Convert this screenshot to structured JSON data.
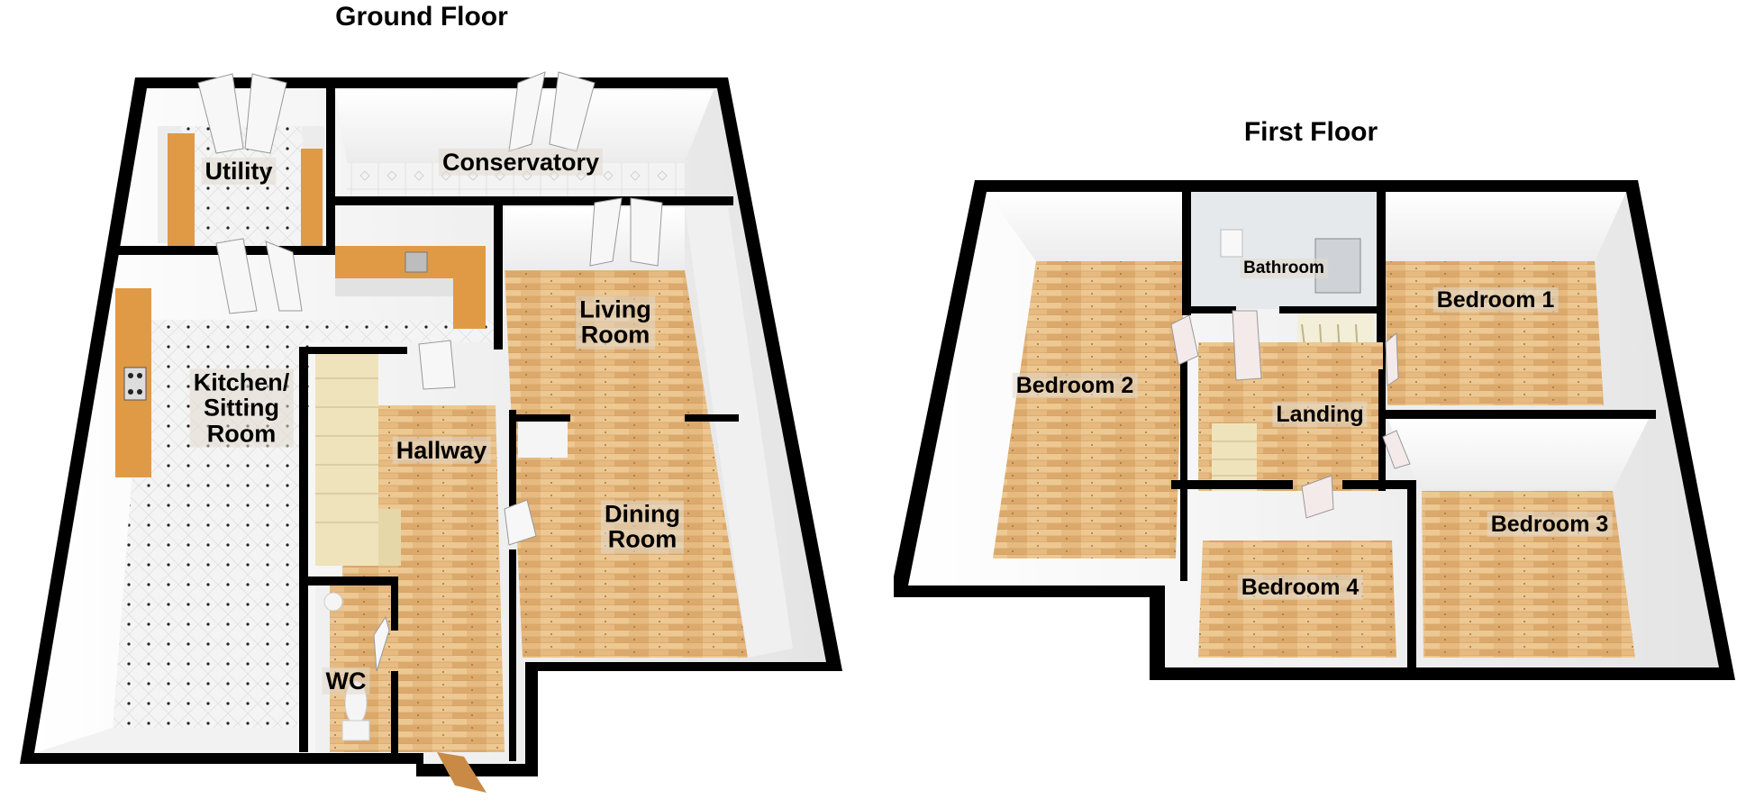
{
  "ground_floor": {
    "title": "Ground Floor",
    "rooms": {
      "utility": "Utility",
      "conservatory": "Conservatory",
      "kitchen": "Kitchen/\nSitting\nRoom",
      "living": "Living\nRoom",
      "hallway": "Hallway",
      "dining": "Dining\nRoom",
      "wc": "WC"
    }
  },
  "first_floor": {
    "title": "First Floor",
    "rooms": {
      "bathroom": "Bathroom",
      "bedroom1": "Bedroom 1",
      "bedroom2": "Bedroom 2",
      "landing": "Landing",
      "bedroom3": "Bedroom 3",
      "bedroom4": "Bedroom 4"
    }
  },
  "colors": {
    "wall": "#000000",
    "wood_floor": "#e4b77e",
    "tile_floor": "#f2f2f2",
    "inner_wall": "#f4f4f4",
    "worktop": "#e09a45"
  }
}
